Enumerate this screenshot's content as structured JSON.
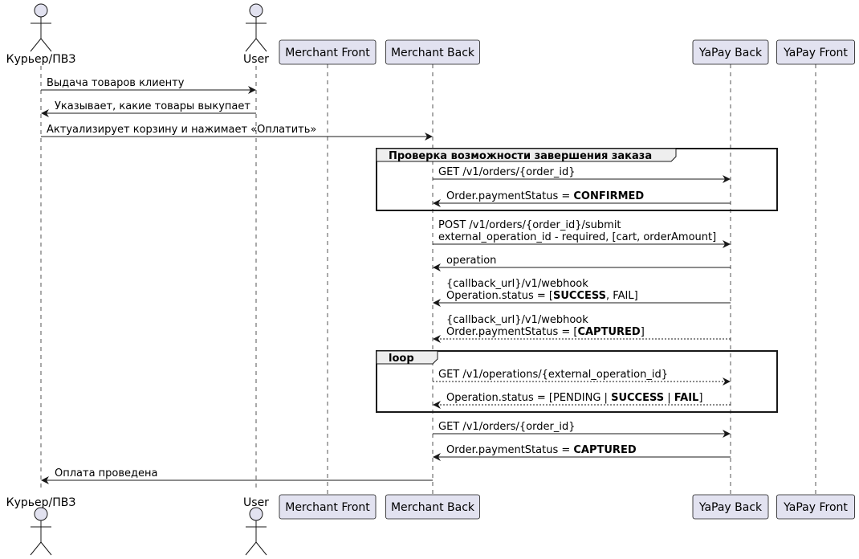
{
  "participants": [
    {
      "id": "courier",
      "label": "Курьер/ПВЗ",
      "kind": "actor"
    },
    {
      "id": "user",
      "label": "User",
      "kind": "actor"
    },
    {
      "id": "mfront",
      "label": "Merchant Front",
      "kind": "participant"
    },
    {
      "id": "mback",
      "label": "Merchant Back",
      "kind": "participant"
    },
    {
      "id": "yback",
      "label": "YaPay Back",
      "kind": "participant"
    },
    {
      "id": "yfront",
      "label": "YaPay Front",
      "kind": "participant"
    }
  ],
  "messages": [
    {
      "from": "courier",
      "to": "user",
      "style": "solid",
      "lines": [
        [
          {
            "t": "Выдача товаров клиенту"
          }
        ]
      ]
    },
    {
      "from": "user",
      "to": "courier",
      "style": "solid",
      "lines": [
        [
          {
            "t": "Указывает, какие товары выкупает"
          }
        ]
      ]
    },
    {
      "from": "courier",
      "to": "mback",
      "style": "solid",
      "lines": [
        [
          {
            "t": "Актуализирует корзину и нажимает «Оплатить»"
          }
        ]
      ]
    },
    {
      "from": "mback",
      "to": "yback",
      "style": "solid",
      "lines": [
        [
          {
            "t": "GET /v1/orders/{order_id}"
          }
        ]
      ]
    },
    {
      "from": "yback",
      "to": "mback",
      "style": "solid",
      "lines": [
        [
          {
            "t": "Order.paymentStatus = "
          },
          {
            "t": "CONFIRMED",
            "b": true
          }
        ]
      ]
    },
    {
      "from": "mback",
      "to": "yback",
      "style": "solid",
      "lines": [
        [
          {
            "t": "POST /v1/orders/{order_id}/submit"
          }
        ],
        [
          {
            "t": "external_operation_id - required, [cart, orderAmount]"
          }
        ]
      ]
    },
    {
      "from": "yback",
      "to": "mback",
      "style": "solid",
      "lines": [
        [
          {
            "t": "operation"
          }
        ]
      ]
    },
    {
      "from": "yback",
      "to": "mback",
      "style": "solid",
      "lines": [
        [
          {
            "t": "{callback_url}/v1/webhook"
          }
        ],
        [
          {
            "t": "Operation.status = ["
          },
          {
            "t": "SUCCESS",
            "b": true
          },
          {
            "t": ", FAIL]"
          }
        ]
      ]
    },
    {
      "from": "yback",
      "to": "mback",
      "style": "dashed",
      "lines": [
        [
          {
            "t": "{callback_url}/v1/webhook"
          }
        ],
        [
          {
            "t": "Order.paymentStatus = ["
          },
          {
            "t": "CAPTURED",
            "b": true
          },
          {
            "t": "]"
          }
        ]
      ]
    },
    {
      "from": "mback",
      "to": "yback",
      "style": "dashed",
      "lines": [
        [
          {
            "t": "GET /v1/operations/{external_operation_id}"
          }
        ]
      ]
    },
    {
      "from": "yback",
      "to": "mback",
      "style": "dashed",
      "lines": [
        [
          {
            "t": "Operation.status = [PENDING | "
          },
          {
            "t": "SUCCESS",
            "b": true
          },
          {
            "t": " | "
          },
          {
            "t": "FAIL",
            "b": true
          },
          {
            "t": "]"
          }
        ]
      ]
    },
    {
      "from": "mback",
      "to": "yback",
      "style": "solid",
      "lines": [
        [
          {
            "t": "GET /v1/orders/{order_id}"
          }
        ]
      ]
    },
    {
      "from": "yback",
      "to": "mback",
      "style": "solid",
      "lines": [
        [
          {
            "t": "Order.paymentStatus = "
          },
          {
            "t": "CAPTURED",
            "b": true
          }
        ]
      ]
    },
    {
      "from": "mback",
      "to": "courier",
      "style": "solid",
      "lines": [
        [
          {
            "t": "Оплата проведена"
          }
        ]
      ]
    }
  ],
  "groups": [
    {
      "label": "Проверка возможности завершения заказа",
      "first": 3,
      "last": 4
    },
    {
      "label": "loop",
      "first": 9,
      "last": 10
    }
  ],
  "colors": {
    "box_fill": "#e2e2f0",
    "box_stroke": "#181818",
    "line": "#181818",
    "lifeline": "#555555",
    "group_header": "#eeeeee"
  }
}
